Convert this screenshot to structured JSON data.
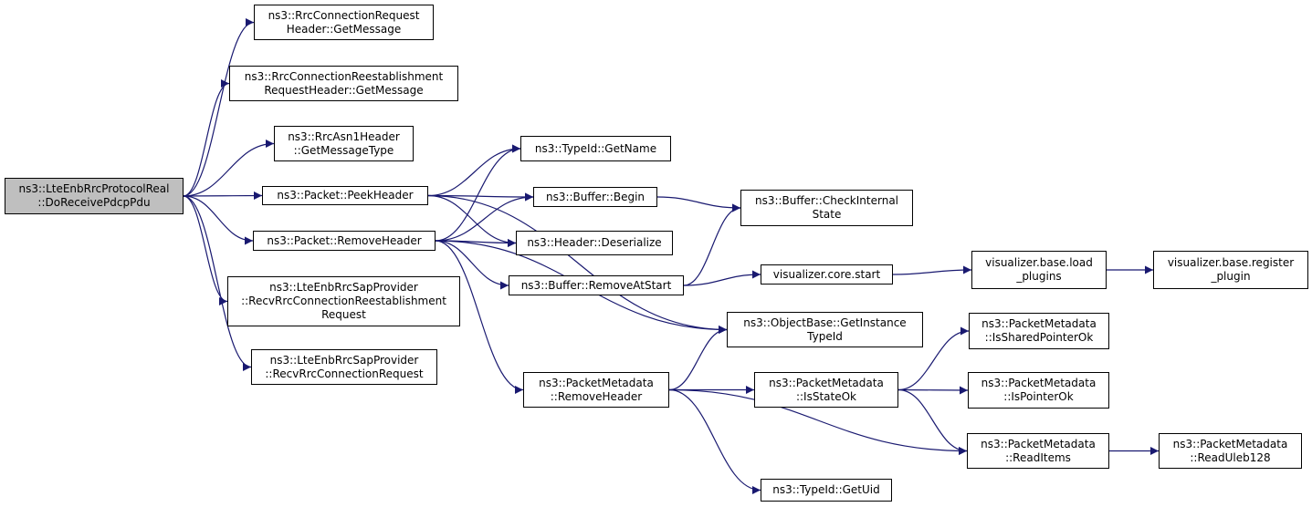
{
  "diagram": {
    "colors": {
      "edge": "#191970",
      "root_fill": "#bfbfbf",
      "node_fill": "#ffffff",
      "border": "#000000"
    },
    "nodes": {
      "root": [
        "ns3::LteEnbRrcProtocolReal",
        "::DoReceivePdcpPdu"
      ],
      "rrcConnReqGetMsg": [
        "ns3::RrcConnectionRequest",
        "Header::GetMessage"
      ],
      "rrcConnReestGetMsg": [
        "ns3::RrcConnectionReestablishment",
        "RequestHeader::GetMessage"
      ],
      "rrcAsn1GetMsgType": [
        "ns3::RrcAsn1Header",
        "::GetMessageType"
      ],
      "peekHeader": [
        "ns3::Packet::PeekHeader"
      ],
      "removeHeader": [
        "ns3::Packet::RemoveHeader"
      ],
      "sapRecvReest": [
        "ns3::LteEnbRrcSapProvider",
        "::RecvRrcConnectionReestablishment",
        "Request"
      ],
      "sapRecvReq": [
        "ns3::LteEnbRrcSapProvider",
        "::RecvRrcConnectionRequest"
      ],
      "typeIdGetName": [
        "ns3::TypeId::GetName"
      ],
      "bufferBegin": [
        "ns3::Buffer::Begin"
      ],
      "headerDeserialize": [
        "ns3::Header::Deserialize"
      ],
      "bufferRemoveAtStart": [
        "ns3::Buffer::RemoveAtStart"
      ],
      "pmRemoveHeader": [
        "ns3::PacketMetadata",
        "::RemoveHeader"
      ],
      "bufferCheckInternal": [
        "ns3::Buffer::CheckInternal",
        "State"
      ],
      "vizCoreStart": [
        "visualizer.core.start"
      ],
      "objGetInstanceTypeId": [
        "ns3::ObjectBase::GetInstance",
        "TypeId"
      ],
      "pmIsStateOk": [
        "ns3::PacketMetadata",
        "::IsStateOk"
      ],
      "typeIdGetUid": [
        "ns3::TypeId::GetUid"
      ],
      "vizLoadPlugins": [
        "visualizer.base.load",
        "_plugins"
      ],
      "pmIsSharedPointerOk": [
        "ns3::PacketMetadata",
        "::IsSharedPointerOk"
      ],
      "pmIsPointerOk": [
        "ns3::PacketMetadata",
        "::IsPointerOk"
      ],
      "pmReadItems": [
        "ns3::PacketMetadata",
        "::ReadItems"
      ],
      "vizRegisterPlugin": [
        "visualizer.base.register",
        "_plugin"
      ],
      "pmReadUleb128": [
        "ns3::PacketMetadata",
        "::ReadUleb128"
      ]
    },
    "edges": [
      [
        "root",
        "rrcConnReqGetMsg"
      ],
      [
        "root",
        "rrcConnReestGetMsg"
      ],
      [
        "root",
        "rrcAsn1GetMsgType"
      ],
      [
        "root",
        "peekHeader"
      ],
      [
        "root",
        "removeHeader"
      ],
      [
        "root",
        "sapRecvReest"
      ],
      [
        "root",
        "sapRecvReq"
      ],
      [
        "peekHeader",
        "typeIdGetName"
      ],
      [
        "peekHeader",
        "bufferBegin"
      ],
      [
        "peekHeader",
        "headerDeserialize"
      ],
      [
        "peekHeader",
        "objGetInstanceTypeId"
      ],
      [
        "removeHeader",
        "typeIdGetName"
      ],
      [
        "removeHeader",
        "bufferBegin"
      ],
      [
        "removeHeader",
        "headerDeserialize"
      ],
      [
        "removeHeader",
        "bufferRemoveAtStart"
      ],
      [
        "removeHeader",
        "objGetInstanceTypeId"
      ],
      [
        "removeHeader",
        "pmRemoveHeader"
      ],
      [
        "bufferBegin",
        "bufferCheckInternal"
      ],
      [
        "bufferRemoveAtStart",
        "bufferCheckInternal"
      ],
      [
        "bufferRemoveAtStart",
        "vizCoreStart"
      ],
      [
        "vizCoreStart",
        "vizLoadPlugins"
      ],
      [
        "vizLoadPlugins",
        "vizRegisterPlugin"
      ],
      [
        "pmRemoveHeader",
        "objGetInstanceTypeId"
      ],
      [
        "pmRemoveHeader",
        "pmIsStateOk"
      ],
      [
        "pmRemoveHeader",
        "pmReadItems"
      ],
      [
        "pmRemoveHeader",
        "typeIdGetUid"
      ],
      [
        "pmIsStateOk",
        "pmIsSharedPointerOk"
      ],
      [
        "pmIsStateOk",
        "pmIsPointerOk"
      ],
      [
        "pmIsStateOk",
        "pmReadItems"
      ],
      [
        "pmReadItems",
        "pmReadUleb128"
      ]
    ]
  }
}
